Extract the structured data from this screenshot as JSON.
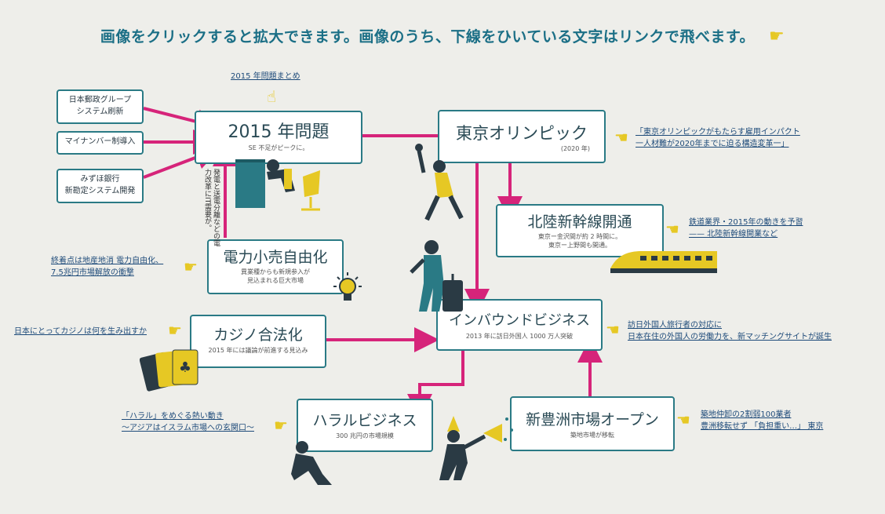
{
  "header": {
    "title": "画像をクリックすると拡大できます。画像のうち、下線をひいている文字はリンクで飛べます。"
  },
  "links": {
    "summary_2015": "2015 年問題まとめ",
    "olympic_1": "「東京オリンピックがもたらす雇用インパクト",
    "olympic_2": "一人材難が2020年までに迫る構造変革一」",
    "rail_1": "鉄道業界・2015年の動きを予習",
    "rail_2": "—— 北陸新幹線開業など",
    "power_1": "終着点は地産地消 電力自由化、",
    "power_2": "7.5兆円市場解放の衝撃",
    "casino": "日本にとってカジノは何を生み出すか",
    "inbound_1": "訪日外国人旅行者の対応に",
    "inbound_2": "日本在住の外国人の労働力を、新マッチングサイトが誕生",
    "halal_1": "「ハラル」をめぐる熱い動き",
    "halal_2": "～アジアはイスラム市場への玄関口～",
    "tsukiji_1": "築地仲卸の2割弱100業者",
    "tsukiji_2": "豊洲移転せず 「負担重い…」 東京"
  },
  "side_boxes": {
    "postal": "日本郵政グループ\nシステム刷新",
    "mynumber": "マイナンバー制導入",
    "mizuho": "みずほ銀行\n新勘定システム開発"
  },
  "nodes": {
    "y2015": {
      "title": "2015 年問題",
      "sub": "SE 不足がピークに。"
    },
    "olympic": {
      "title": "東京オリンピック",
      "sub": "(2020 年)"
    },
    "hokuriku": {
      "title": "北陸新幹線開通",
      "sub1": "東京ー金沢間が約 2 時間に。",
      "sub2": "東京ー上野間も開通。"
    },
    "power": {
      "title": "電力小売自由化",
      "sub1": "異業種からも新規参入が",
      "sub2": "見込まれる巨大市場"
    },
    "casino": {
      "title": "カジノ合法化",
      "sub": "2015 年には議論が前進する見込み"
    },
    "inbound": {
      "title": "インバウンドビジネス",
      "sub": "2013 年に訪日外国人 1000 万人突破"
    },
    "halal": {
      "title": "ハラルビジネス",
      "sub": "300 兆円の市場規模"
    },
    "toyosu": {
      "title": "新豊洲市場オープン",
      "sub": "築地市場が移転"
    }
  },
  "vertical_note": "発電と送電分離などの電力改革にIT需要が。",
  "colors": {
    "arrow": "#d6247a",
    "box_border": "#2a7a85",
    "title": "#1b6f86",
    "hand": "#e6c824"
  }
}
